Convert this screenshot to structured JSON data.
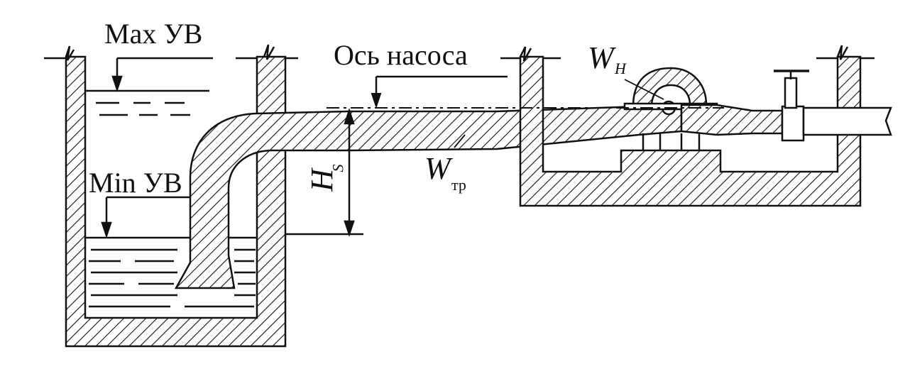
{
  "labels": {
    "max_level": "Max УВ",
    "min_level": "Min УВ",
    "pump_axis": "Ось насоса"
  },
  "symbols": {
    "suction_height": {
      "main": "H",
      "sub": "S"
    },
    "pump_resistance": {
      "main": "W",
      "sub": "H"
    },
    "pipe_resistance": {
      "main": "W",
      "sub": "тр"
    }
  },
  "colors": {
    "ink": "#111111",
    "background": "#ffffff"
  }
}
